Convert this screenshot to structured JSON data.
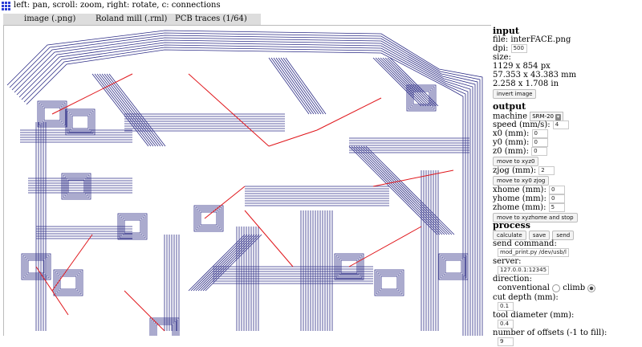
{
  "hint": "left: pan, scroll: zoom, right: rotate, c: connections",
  "tabs": [
    "image (.png)",
    "Roland mill (.rml)",
    "PCB traces (1/64)"
  ],
  "input": {
    "heading": "input",
    "file": "file: interFACE.png",
    "dpi_label": "dpi:",
    "dpi": "500",
    "size_label": "size:",
    "size_px": "1129 x 854 px",
    "size_mm": "57.353 x 43.383 mm",
    "size_in": "2.258 x 1.708 in",
    "invert": "invert image"
  },
  "output": {
    "heading": "output",
    "machine_label": "machine",
    "machine": "SRM-20",
    "speed_label": "speed (mm/s):",
    "speed": "4",
    "x0_label": "x0 (mm):",
    "x0": "0",
    "y0_label": "y0 (mm):",
    "y0": "0",
    "z0_label": "z0 (mm):",
    "z0": "0",
    "move_xyz0": "move to xyz0",
    "zjog_label": "zjog (mm):",
    "zjog": "2",
    "move_xy0": "move to xy0 zjog",
    "xhome_label": "xhome (mm):",
    "xhome": "0",
    "yhome_label": "yhome (mm):",
    "yhome": "0",
    "zhome_label": "zhome (mm):",
    "zhome": "5",
    "move_home": "move to xyzhome and stop"
  },
  "process": {
    "heading": "process",
    "calculate": "calculate",
    "save": "save",
    "send": "send",
    "send_command_label": "send command:",
    "send_command": "mod_print.py /dev/usb/l",
    "server_label": "server:",
    "server": "127.0.0.1:12345",
    "direction_label": "direction:",
    "conventional": "conventional",
    "climb": "climb",
    "cut_depth_label": "cut depth (mm):",
    "cut_depth": "0.1",
    "tool_diameter_label": "tool diameter (mm):",
    "tool_diameter": "0.4",
    "offsets_label": "number of offsets (-1 to fill):",
    "offsets": "9"
  },
  "colors": {
    "trace": "#2d2d86",
    "connection": "#e0161b",
    "icon": "#2b3fd6",
    "tabbar": "#dddddd"
  }
}
